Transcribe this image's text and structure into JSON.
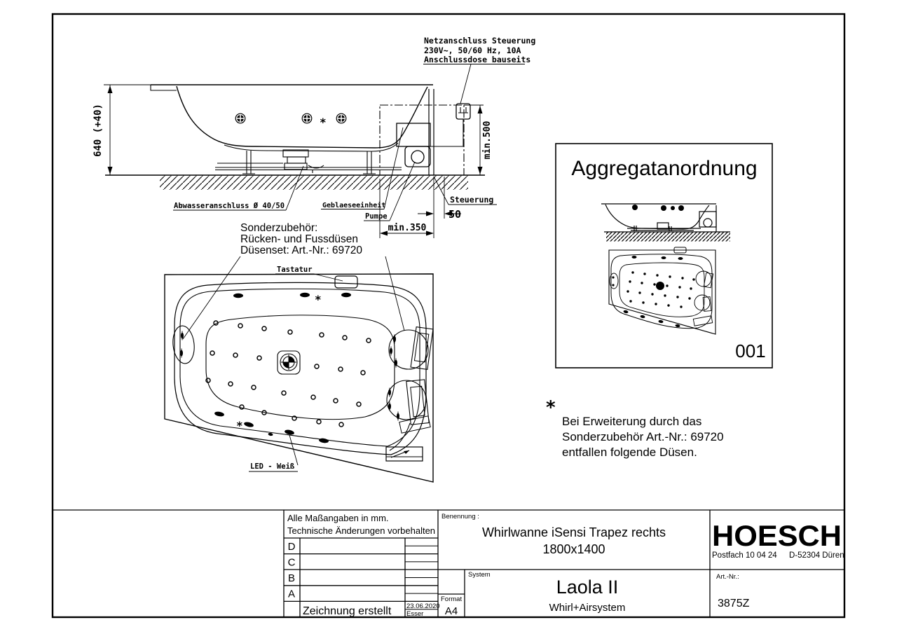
{
  "side_view": {
    "dim_total_height": "640 (+40)",
    "dim_min_height": "min.500",
    "dim_min_width": "min.350",
    "dim_gap": "50",
    "power_note_line1": "Netzanschluss Steuerung",
    "power_note_line2": "230V~, 50/60 Hz, 10A",
    "power_note_line3": "Anschlussdose bauseits",
    "label_drain": "Abwasseranschluss Ø 40/50",
    "label_blower": "Geblaeseeinheit",
    "label_pump": "Pumpe",
    "label_control": "Steuerung",
    "asterisk": "*"
  },
  "accessory_note": {
    "line1": "Sonderzubehör:",
    "line2": "Rücken- und Fussdüsen",
    "line3": "Düsenset: Art.-Nr.: 69720"
  },
  "plan_view": {
    "label_keypad": "Tastatur",
    "label_led": "LED - Weiß",
    "asterisk_top": "*",
    "asterisk_bottom": "*"
  },
  "aggregate_box": {
    "title": "Aggregatanordnung",
    "sheet_number": "001"
  },
  "footnote": {
    "marker": "*",
    "line1": "Bei Erweiterung durch das",
    "line2": "Sonderzubehör Art.-Nr.: 69720",
    "line3": "entfallen folgende Düsen."
  },
  "title_block": {
    "note_line1": "Alle Maßangaben in mm.",
    "note_line2": "Technische Änderungen vorbehalten",
    "revision_rows": [
      "D",
      "C",
      "B",
      "A"
    ],
    "created_label": "Zeichnung erstellt",
    "created_date": "23.06.2020",
    "created_by": "Esser",
    "format_label": "Format",
    "format_value": "A4",
    "name_label": "Benennung :",
    "name_line1": "Whirlwanne iSensi Trapez rechts",
    "name_line2": "1800x1400",
    "system_label": "System",
    "system_name": "Laola II",
    "system_subtitle": "Whirl+Airsystem",
    "company_logo": "HOESCH",
    "company_po_box": "Postfach 10 04 24",
    "company_city": "D-52304 Düren",
    "artnr_label": "Art.-Nr.:",
    "artnr_value": "3875Z"
  },
  "colors": {
    "ink": "#000000",
    "paper": "#ffffff"
  }
}
